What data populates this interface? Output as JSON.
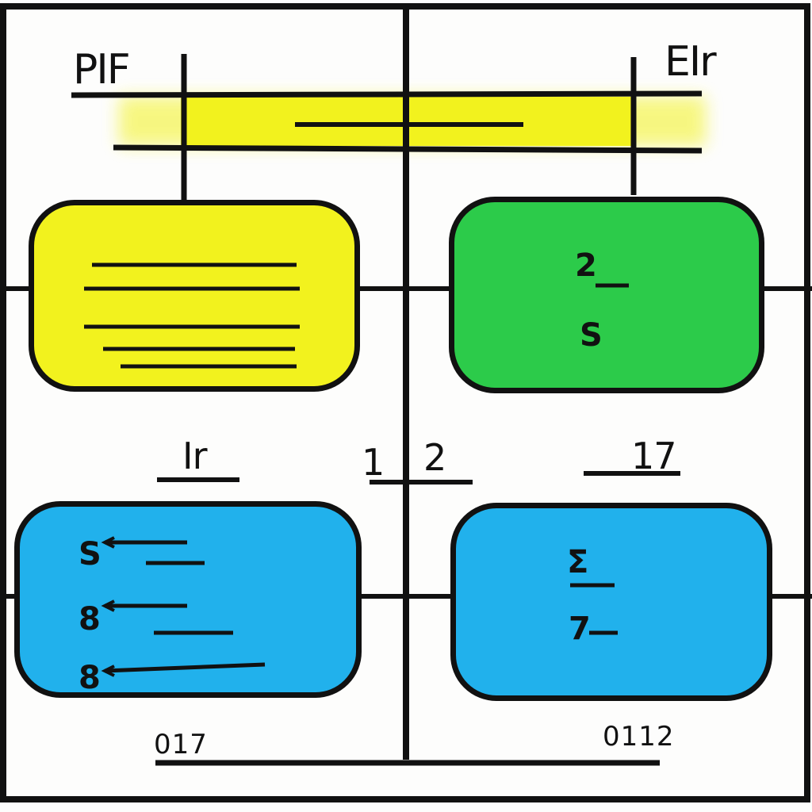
{
  "colors": {
    "stroke": "#111111",
    "yellow": "#f2f21e",
    "green": "#2ccb4a",
    "blue": "#21b1ec",
    "background": "#fdfdfc"
  },
  "labels": {
    "top_left": "PIF",
    "top_right": "EIr",
    "mid_left": "Ir",
    "mid_center_left": "1",
    "mid_center_right": "2",
    "mid_right": "17",
    "bottom_left": "017",
    "bottom_right": "0112"
  },
  "boxes": {
    "top_left": {
      "fill": "yellow"
    },
    "top_right": {
      "fill": "green",
      "items": [
        "2",
        "S"
      ]
    },
    "bottom_left": {
      "fill": "blue",
      "items": [
        "S",
        "8",
        "8"
      ]
    },
    "bottom_right": {
      "fill": "blue",
      "items": [
        "Σ",
        "7"
      ]
    }
  }
}
